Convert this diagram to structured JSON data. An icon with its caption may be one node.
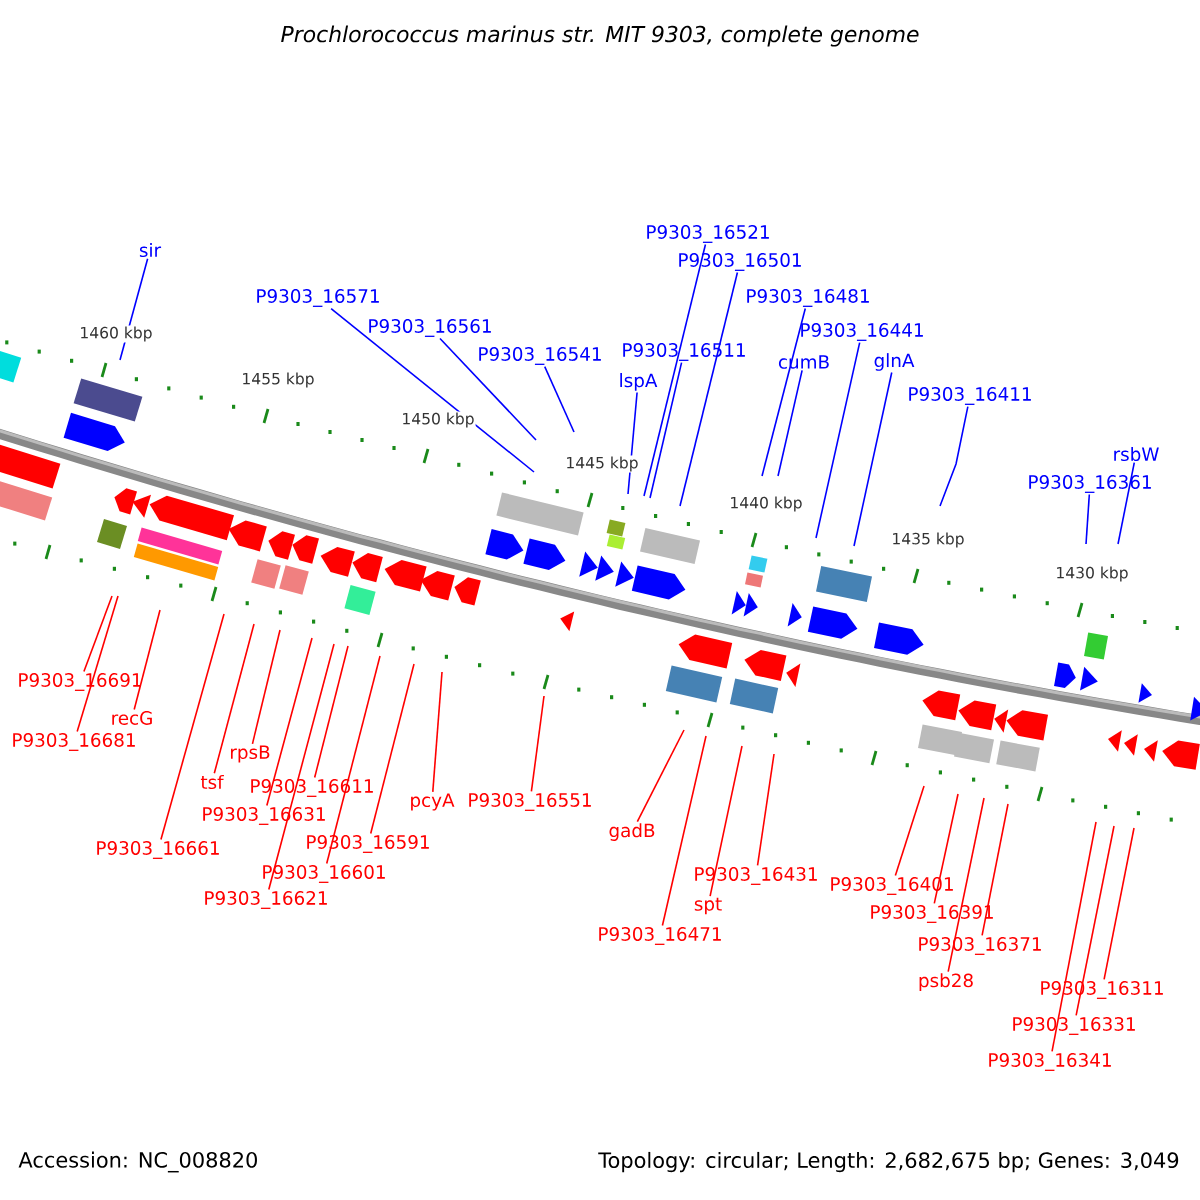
{
  "diagram": {
    "title": "Prochlorococcus marinus str. MIT 9303, complete genome",
    "nodes": [
      {
        "text": [
          "P9303_16521"
        ]
      },
      {
        "text": [
          "sir"
        ]
      },
      {
        "text": [
          "P9303_16501"
        ]
      },
      {
        "text": [
          "P9303_16481"
        ]
      },
      {
        "text": [
          "P9303_16571"
        ]
      },
      {
        "text": [
          "P9303_16561"
        ]
      },
      {
        "text": [
          "P9303_16441"
        ]
      },
      {
        "text": [
          "P9303_16511"
        ]
      },
      {
        "text": [
          "P9303_16541"
        ]
      },
      {
        "text": [
          "cumB"
        ]
      },
      {
        "text": [
          "glnA"
        ]
      },
      {
        "text": [
          "lspA"
        ]
      },
      {
        "text": [
          "P9303_16411"
        ]
      },
      {
        "text": [
          "rsbW"
        ]
      },
      {
        "text": [
          "P9303_16361"
        ]
      },
      {
        "text": [
          "P9303_16691"
        ]
      },
      {
        "text": [
          "recG"
        ]
      },
      {
        "text": [
          "P9303_16681"
        ]
      },
      {
        "text": [
          "rpsB"
        ]
      },
      {
        "text": [
          "tsf"
        ]
      },
      {
        "text": [
          "P9303_16611"
        ]
      },
      {
        "text": [
          "P9303_16631"
        ]
      },
      {
        "text": [
          "pcyA"
        ]
      },
      {
        "text": [
          "P9303_16551"
        ]
      },
      {
        "text": [
          "P9303_16591"
        ]
      },
      {
        "text": [
          "P9303_16661"
        ]
      },
      {
        "text": [
          "P9303_16601"
        ]
      },
      {
        "text": [
          "P9303_16621"
        ]
      },
      {
        "text": [
          "gadB"
        ]
      },
      {
        "text": [
          "P9303_16431"
        ]
      },
      {
        "text": [
          "P9303_16401"
        ]
      },
      {
        "text": [
          "spt"
        ]
      },
      {
        "text": [
          "P9303_16391"
        ]
      },
      {
        "text": [
          "P9303_16471"
        ]
      },
      {
        "text": [
          "P9303_16371"
        ]
      },
      {
        "text": [
          "psb28"
        ]
      },
      {
        "text": [
          "P9303_16311"
        ]
      },
      {
        "text": [
          "P9303_16331"
        ]
      },
      {
        "text": [
          "P9303_16341"
        ]
      }
    ],
    "edges": [
      {
        "from": 0,
        "to": null,
        "arrow": "none",
        "color": "#0000ff"
      },
      {
        "from": 1,
        "to": null,
        "arrow": "none",
        "color": "#0000ff"
      },
      {
        "from": 2,
        "to": null,
        "arrow": "none",
        "color": "#0000ff"
      },
      {
        "from": 3,
        "to": null,
        "arrow": "none",
        "color": "#0000ff"
      },
      {
        "from": 4,
        "to": null,
        "arrow": "none",
        "color": "#0000ff"
      },
      {
        "from": 5,
        "to": null,
        "arrow": "none",
        "color": "#0000ff"
      },
      {
        "from": 6,
        "to": null,
        "arrow": "none",
        "color": "#0000ff"
      },
      {
        "from": 7,
        "to": null,
        "arrow": "none",
        "color": "#0000ff"
      },
      {
        "from": 8,
        "to": null,
        "arrow": "none",
        "color": "#0000ff"
      },
      {
        "from": 9,
        "to": null,
        "arrow": "none",
        "color": "#0000ff"
      },
      {
        "from": 10,
        "to": null,
        "arrow": "none",
        "color": "#0000ff"
      },
      {
        "from": 11,
        "to": null,
        "arrow": "none",
        "color": "#0000ff"
      },
      {
        "from": 12,
        "to": null,
        "arrow": "none",
        "color": "#0000ff"
      },
      {
        "from": 13,
        "to": null,
        "arrow": "none",
        "color": "#0000ff"
      },
      {
        "from": 14,
        "to": null,
        "arrow": "none",
        "color": "#0000ff"
      },
      {
        "from": 15,
        "to": null,
        "arrow": "none"
      },
      {
        "from": 16,
        "to": null,
        "arrow": "none"
      },
      {
        "from": 17,
        "to": null,
        "arrow": "none"
      },
      {
        "from": 18,
        "to": null,
        "arrow": "none"
      },
      {
        "from": 19,
        "to": null,
        "arrow": "none"
      },
      {
        "from": 20,
        "to": null,
        "arrow": "none"
      },
      {
        "from": 21,
        "to": null,
        "arrow": "none"
      },
      {
        "from": 22,
        "to": null,
        "arrow": "none"
      },
      {
        "from": 23,
        "to": null,
        "arrow": "none"
      },
      {
        "from": 24,
        "to": null,
        "arrow": "none"
      },
      {
        "from": 25,
        "to": null,
        "arrow": "none"
      },
      {
        "from": 26,
        "to": null,
        "arrow": "none"
      },
      {
        "from": 27,
        "to": null,
        "arrow": "none"
      },
      {
        "from": 28,
        "to": null,
        "arrow": "none"
      },
      {
        "from": 29,
        "to": null,
        "arrow": "none"
      },
      {
        "from": 30,
        "to": null,
        "arrow": "none"
      },
      {
        "from": 31,
        "to": null,
        "arrow": "none"
      },
      {
        "from": 32,
        "to": null,
        "arrow": "none"
      },
      {
        "from": 33,
        "to": null,
        "arrow": "none"
      },
      {
        "from": 34,
        "to": null,
        "arrow": "none"
      },
      {
        "from": 35,
        "to": null,
        "arrow": "none"
      },
      {
        "from": 36,
        "to": null,
        "arrow": "none"
      },
      {
        "from": 37,
        "to": null,
        "arrow": "none"
      },
      {
        "from": 38,
        "to": null,
        "arrow": "none"
      }
    ],
    "labels": [
      "1460 kbp",
      "1455 kbp",
      "1450 kbp",
      "1445 kbp",
      "1440 kbp",
      "1435 kbp",
      "1430 kbp",
      "Accession: NC_008820",
      "Topology: circular; Length: 2,682,675 bp; Genes: 3,049"
    ]
  }
}
